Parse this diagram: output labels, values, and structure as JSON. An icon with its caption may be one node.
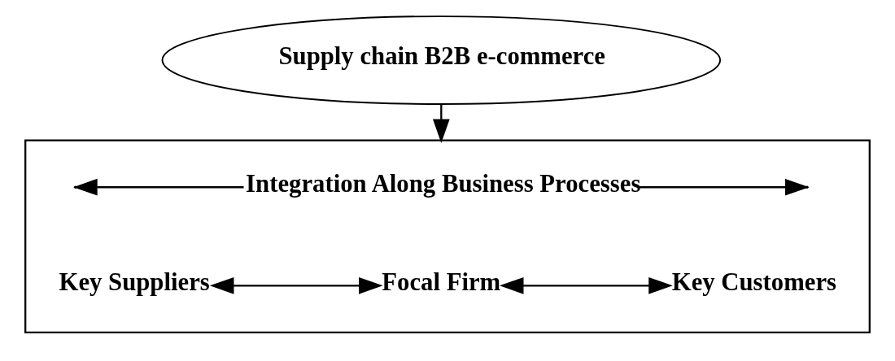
{
  "diagram": {
    "nodes": [
      {
        "text": [
          "Supply chain B2B e-commerce"
        ]
      },
      {
        "text": [],
        "shape": "box"
      },
      {
        "text": [
          "Integration Along Business Processes"
        ],
        "in": 1
      },
      {
        "text": [
          "Key Suppliers"
        ],
        "in": 1
      },
      {
        "text": [
          "Focal Firm"
        ],
        "in": 1
      },
      {
        "text": [
          "Key Customers"
        ],
        "in": 1
      }
    ],
    "edges": [
      {
        "from": 0,
        "to": 1,
        "arrow": "to"
      },
      {
        "from": 2,
        "to": null,
        "arrow": "to"
      },
      {
        "from": 2,
        "to": null,
        "arrow": "to"
      },
      {
        "from": 3,
        "to": 4,
        "arrow": "both"
      },
      {
        "from": 4,
        "to": 5,
        "arrow": "both"
      }
    ]
  }
}
